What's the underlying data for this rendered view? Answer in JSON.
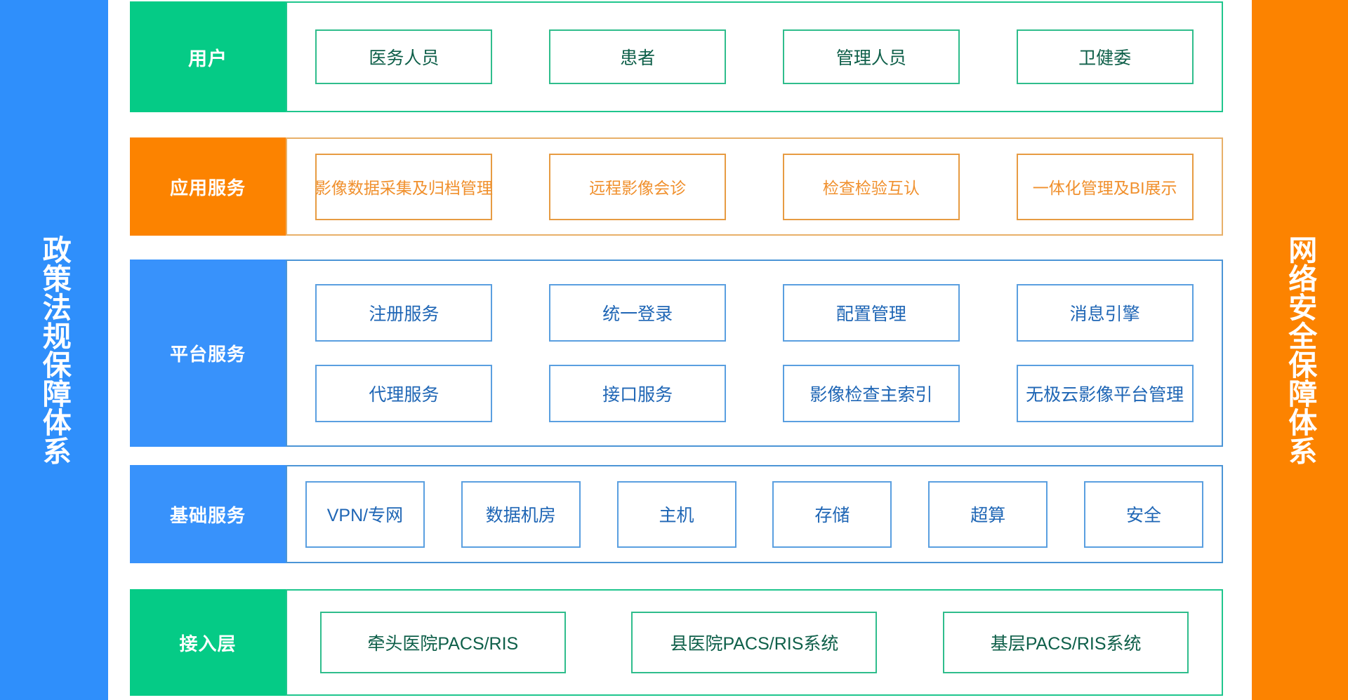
{
  "pillars": {
    "left": {
      "text": "政策法规保障体系",
      "color": "#2f8ffb"
    },
    "right": {
      "text": "网络安全保障体系",
      "color": "#fc8300"
    }
  },
  "colors": {
    "green": "#05cb86",
    "orange": "#fc8300",
    "blue": "#3892fb",
    "green_card_border": "#2fbd8c",
    "orange_card_border": "#e79b42",
    "blue_card_border": "#5a9fe0",
    "green_card_text": "#0e5f49",
    "orange_card_text": "#f0902d",
    "blue_card_text": "#1f66b5"
  },
  "layers": [
    {
      "id": "users",
      "label": "用户",
      "theme": "green",
      "rows": [
        {
          "cards": [
            "医务人员",
            "患者",
            "管理人员",
            "卫健委"
          ]
        }
      ]
    },
    {
      "id": "apps",
      "label": "应用服务",
      "theme": "orange",
      "rows": [
        {
          "cards": [
            "影像数据采集及归档管理",
            "远程影像会诊",
            "检查检验互认",
            "一体化管理及BI展示"
          ]
        }
      ]
    },
    {
      "id": "platform",
      "label": "平台服务",
      "theme": "blue",
      "rows": [
        {
          "cards": [
            "注册服务",
            "统一登录",
            "配置管理",
            "消息引擎"
          ]
        },
        {
          "cards": [
            "代理服务",
            "接口服务",
            "影像检查主索引",
            "无极云影像平台管理"
          ]
        }
      ]
    },
    {
      "id": "infra",
      "label": "基础服务",
      "theme": "blue",
      "rows": [
        {
          "cards": [
            "VPN/专网",
            "数据机房",
            "主机",
            "存储",
            "超算",
            "安全"
          ]
        }
      ]
    },
    {
      "id": "access",
      "label": "接入层",
      "theme": "green",
      "rows": [
        {
          "cards": [
            "牵头医院PACS/RIS",
            "县医院PACS/RIS系统",
            "基层PACS/RIS系统"
          ]
        }
      ]
    }
  ]
}
